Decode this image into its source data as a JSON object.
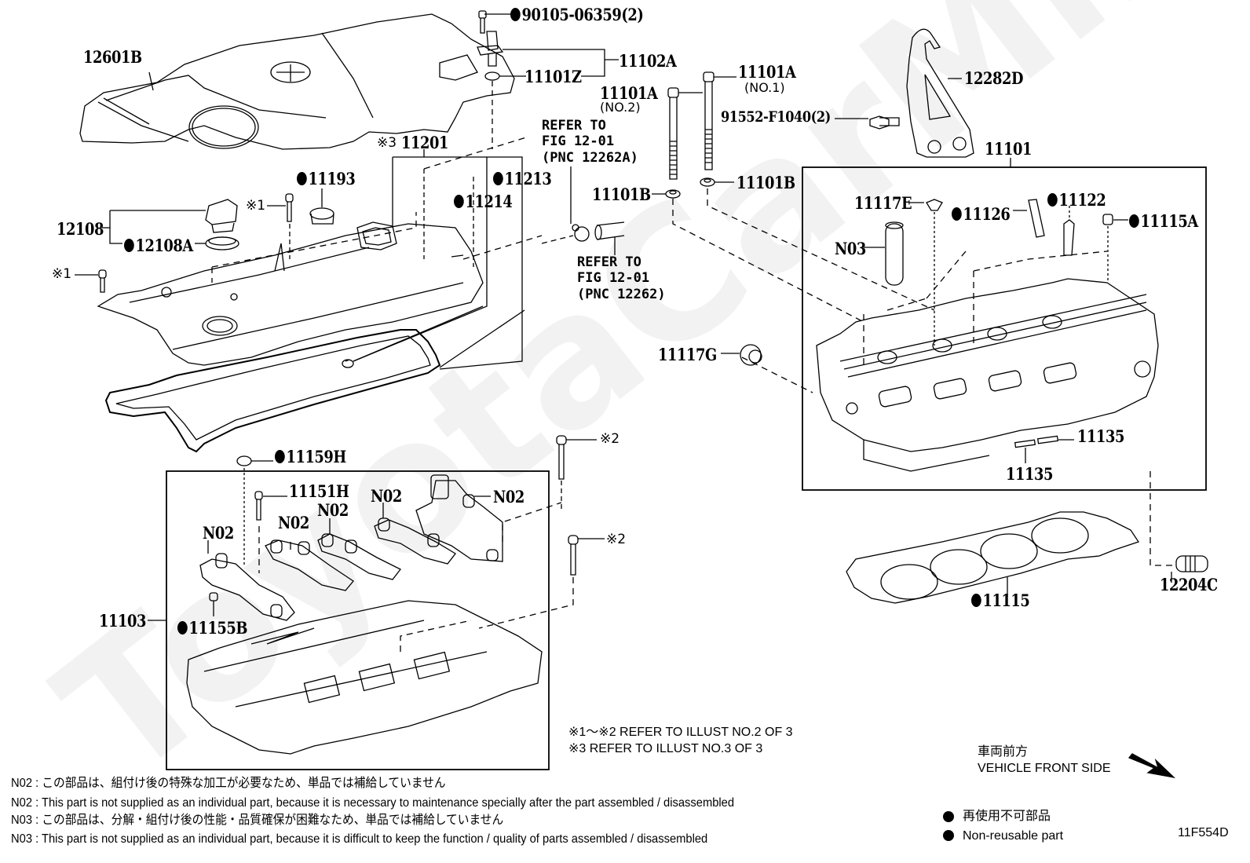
{
  "diagram": {
    "figure_code": "11F554D",
    "watermark": "ToyotaCarMine.ru",
    "parts": {
      "engine_cover": "12601B",
      "cam_sensor_bolt": "90105-06359(2)",
      "cam_sensor_assy": "11102A",
      "o_ring": "11101Z",
      "head_bolt_no1": "11101A",
      "head_bolt_no1_sub": "(NO.1)",
      "head_bolt_no2": "11101A",
      "head_bolt_no2_sub": "(NO.2)",
      "washer_left": "11101B",
      "washer_right": "11101B",
      "hanger_bolt": "91552-F1040(2)",
      "engine_hanger": "12282D",
      "cyl_head_assy": "11101",
      "head_cover_group": "11201",
      "head_cover_group_mark": "※3",
      "plug_11193": "11193",
      "gasket_11214": "11214",
      "gasket_11213": "11213",
      "oil_filler_cap": "12108",
      "oil_filler_gasket": "12108A",
      "cover_bolt_mark_a": "※1",
      "cover_bolt_mark_b": "※1",
      "plug_11117E": "11117E",
      "pin_N03": "N03",
      "pin_11126": "11126",
      "pin_11122": "11122",
      "plug_11115A": "11115A",
      "plug_11117G": "11117G",
      "dowel_11135_a": "11135",
      "dowel_11135_b": "11135",
      "head_gasket": "11115",
      "stud_12204C": "12204C",
      "seal_11159H": "11159H",
      "bolt_11151H": "11151H",
      "cam_housing_assy": "11103",
      "plug_11155B": "11155B",
      "cap_N02_1": "N02",
      "cap_N02_2": "N02",
      "cap_N02_3": "N02",
      "cap_N02_4": "N02",
      "cap_N02_5": "N02",
      "bolt_mark_2a": "※2",
      "bolt_mark_2b": "※2"
    },
    "refer_a": {
      "line1": "REFER TO",
      "line2": "FIG 12-01",
      "line3": "(PNC 12262A)"
    },
    "refer_b": {
      "line1": "REFER TO",
      "line2": "FIG 12-01",
      "line3": "(PNC 12262)"
    },
    "illust_refs": {
      "line1": "※1～※2  REFER TO ILLUST NO.2 OF 3",
      "line2": "※3 REFER TO ILLUST NO.3 OF 3"
    },
    "direction": {
      "jp": "車両前方",
      "en": "VEHICLE FRONT SIDE"
    },
    "legend": {
      "non_reusable_jp": "再使用不可部品",
      "non_reusable_en": "Non-reusable part"
    },
    "footnotes": [
      "N02 : この部品は、組付け後の特殊な加工が必要なため、単品では補給していません",
      "N02 : This part is not supplied as an individual part, because it is necessary to maintenance specially after the part assembled / disassembled",
      "N03 : この部品は、分解・組付け後の性能・品質確保が困難なため、単品では補給していません",
      "N03 : This part is not supplied as an individual part, because it is difficult to keep the function / quality of parts  assembled / disassembled"
    ]
  }
}
